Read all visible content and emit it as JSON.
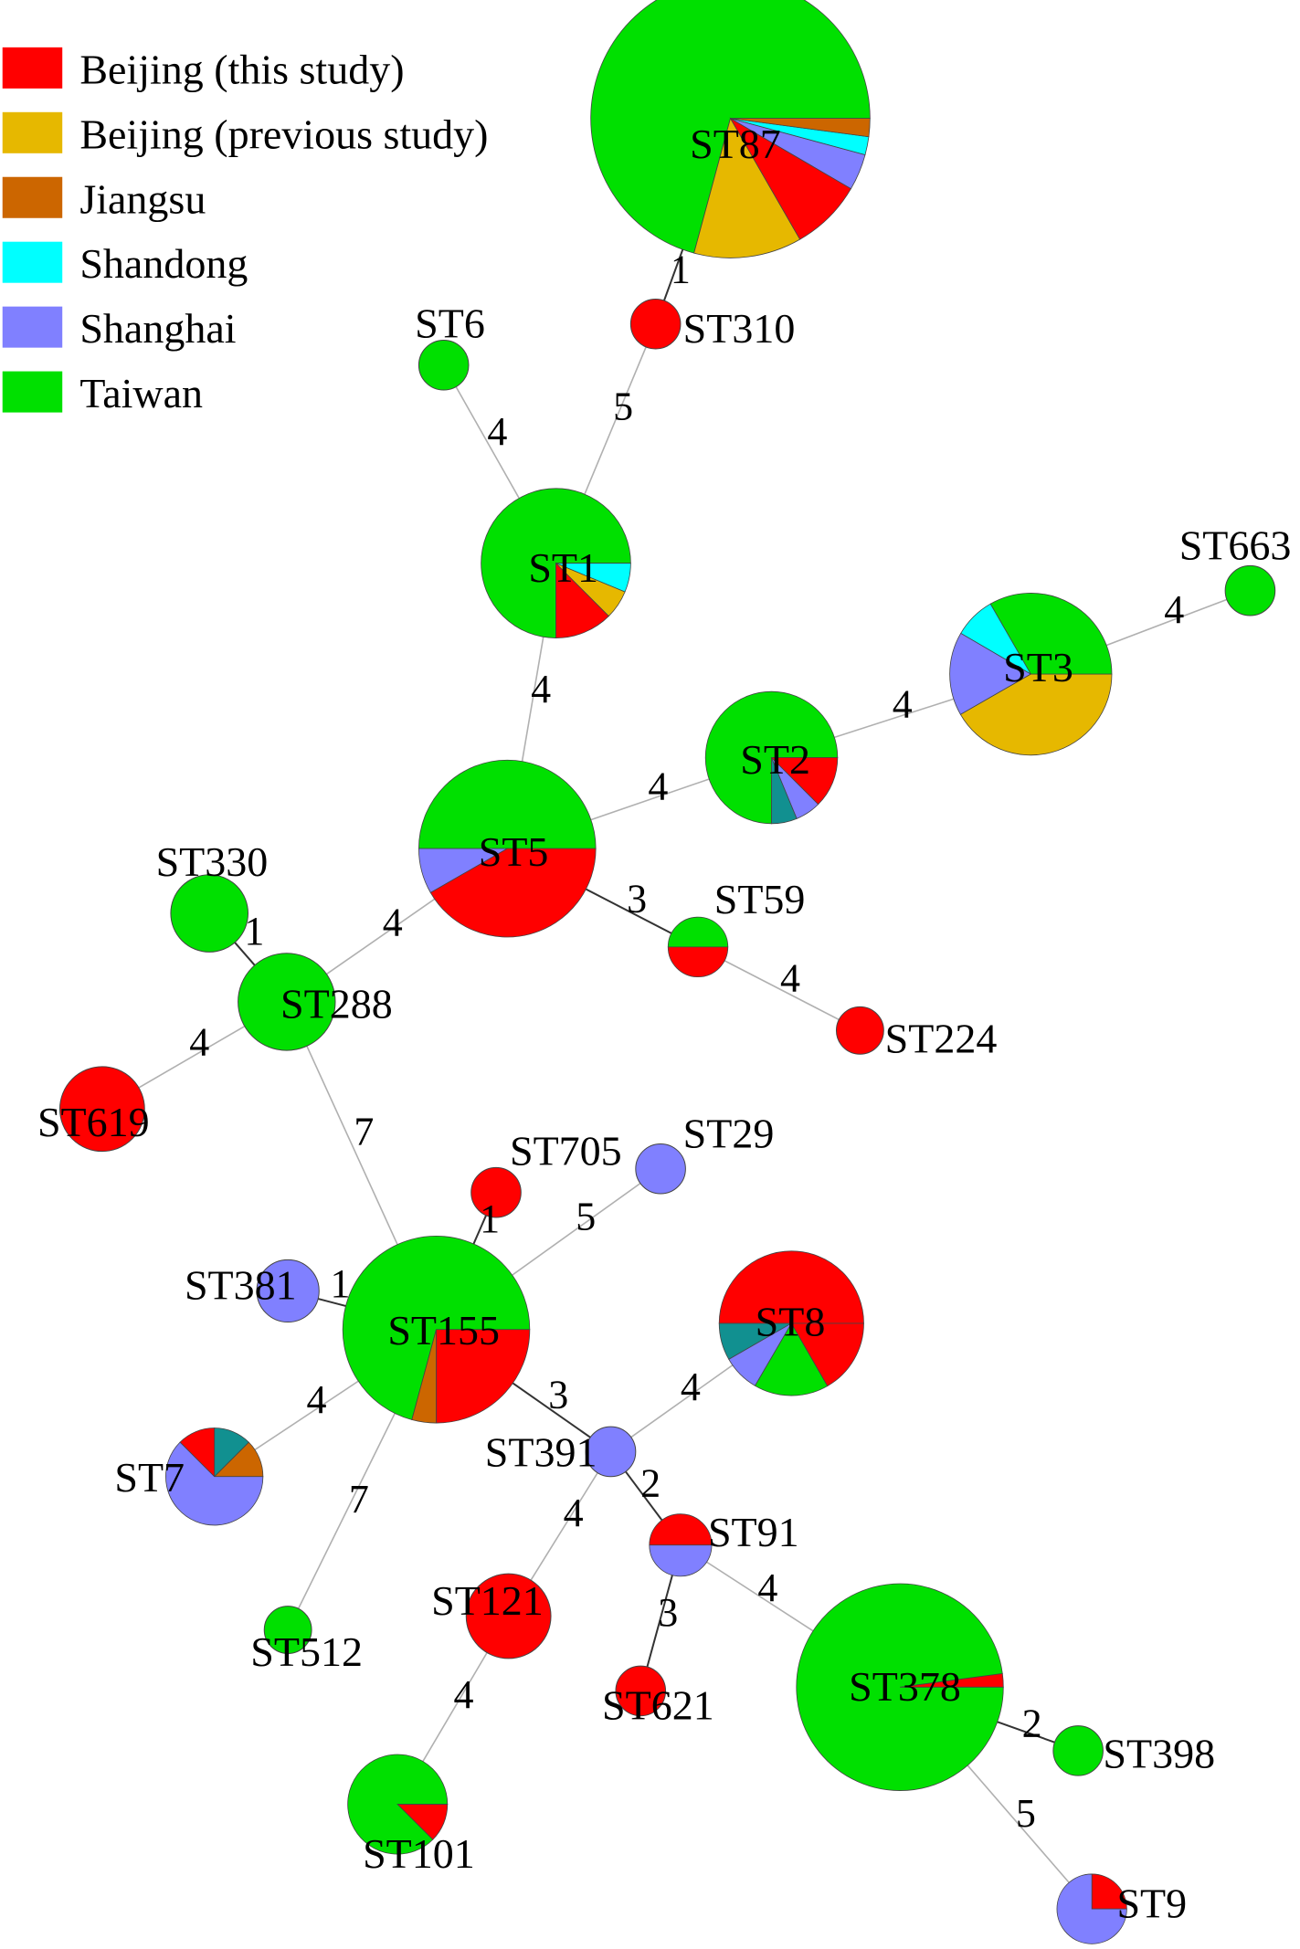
{
  "legend": [
    {
      "label": "Beijing (this study)",
      "color": "#ff0000"
    },
    {
      "label": "Beijing (previous study)",
      "color": "#e6b800"
    },
    {
      "label": "Jiangsu",
      "color": "#cc6600"
    },
    {
      "label": "Shandong",
      "color": "#00ffff"
    },
    {
      "label": "Shanghai",
      "color": "#8080ff"
    },
    {
      "label": "Taiwan",
      "color": "#00e000"
    }
  ],
  "colors": {
    "beijing_this": "#ff0000",
    "beijing_prev": "#e6b800",
    "jiangsu": "#cc6600",
    "shandong": "#00ffff",
    "shanghai": "#8080ff",
    "taiwan": "#00e000",
    "unlabeled": "#119090"
  },
  "nodes": [
    {
      "id": "ST87",
      "label": "ST87"
    },
    {
      "id": "ST310",
      "label": "ST310"
    },
    {
      "id": "ST6",
      "label": "ST6"
    },
    {
      "id": "ST1",
      "label": "ST1"
    },
    {
      "id": "ST663",
      "label": "ST663"
    },
    {
      "id": "ST3",
      "label": "ST3"
    },
    {
      "id": "ST2",
      "label": "ST2"
    },
    {
      "id": "ST5",
      "label": "ST5"
    },
    {
      "id": "ST330",
      "label": "ST330"
    },
    {
      "id": "ST288",
      "label": "ST288"
    },
    {
      "id": "ST59",
      "label": "ST59"
    },
    {
      "id": "ST224",
      "label": "ST224"
    },
    {
      "id": "ST619",
      "label": "ST619"
    },
    {
      "id": "ST705",
      "label": "ST705"
    },
    {
      "id": "ST29",
      "label": "ST29"
    },
    {
      "id": "ST381",
      "label": "ST381"
    },
    {
      "id": "ST155",
      "label": "ST155"
    },
    {
      "id": "ST8",
      "label": "ST8"
    },
    {
      "id": "ST391",
      "label": "ST391"
    },
    {
      "id": "ST7",
      "label": "ST7"
    },
    {
      "id": "ST91",
      "label": "ST91"
    },
    {
      "id": "ST121",
      "label": "ST121"
    },
    {
      "id": "ST512",
      "label": "ST512"
    },
    {
      "id": "ST621",
      "label": "ST621"
    },
    {
      "id": "ST378",
      "label": "ST378"
    },
    {
      "id": "ST398",
      "label": "ST398"
    },
    {
      "id": "ST101",
      "label": "ST101"
    },
    {
      "id": "ST9",
      "label": "ST9"
    }
  ],
  "edges": [
    {
      "from": "ST87",
      "to": "ST310",
      "weight": "1"
    },
    {
      "from": "ST310",
      "to": "ST1",
      "weight": "5"
    },
    {
      "from": "ST6",
      "to": "ST1",
      "weight": "4"
    },
    {
      "from": "ST1",
      "to": "ST5",
      "weight": "4"
    },
    {
      "from": "ST663",
      "to": "ST3",
      "weight": "4"
    },
    {
      "from": "ST3",
      "to": "ST2",
      "weight": "4"
    },
    {
      "from": "ST2",
      "to": "ST5",
      "weight": "4"
    },
    {
      "from": "ST5",
      "to": "ST288",
      "weight": "4"
    },
    {
      "from": "ST5",
      "to": "ST59",
      "weight": "3"
    },
    {
      "from": "ST59",
      "to": "ST224",
      "weight": "4"
    },
    {
      "from": "ST330",
      "to": "ST288",
      "weight": "1"
    },
    {
      "from": "ST288",
      "to": "ST619",
      "weight": "4"
    },
    {
      "from": "ST288",
      "to": "ST155",
      "weight": "7"
    },
    {
      "from": "ST705",
      "to": "ST155",
      "weight": "1"
    },
    {
      "from": "ST29",
      "to": "ST155",
      "weight": "5"
    },
    {
      "from": "ST381",
      "to": "ST155",
      "weight": "1"
    },
    {
      "from": "ST155",
      "to": "ST7",
      "weight": "4"
    },
    {
      "from": "ST155",
      "to": "ST512",
      "weight": "7"
    },
    {
      "from": "ST155",
      "to": "ST391",
      "weight": "3"
    },
    {
      "from": "ST391",
      "to": "ST8",
      "weight": "4"
    },
    {
      "from": "ST391",
      "to": "ST91",
      "weight": "2"
    },
    {
      "from": "ST391",
      "to": "ST121",
      "weight": "4"
    },
    {
      "from": "ST121",
      "to": "ST101",
      "weight": "4"
    },
    {
      "from": "ST91",
      "to": "ST621",
      "weight": "3"
    },
    {
      "from": "ST91",
      "to": "ST378",
      "weight": "4"
    },
    {
      "from": "ST378",
      "to": "ST398",
      "weight": "2"
    },
    {
      "from": "ST378",
      "to": "ST9",
      "weight": "5"
    }
  ]
}
